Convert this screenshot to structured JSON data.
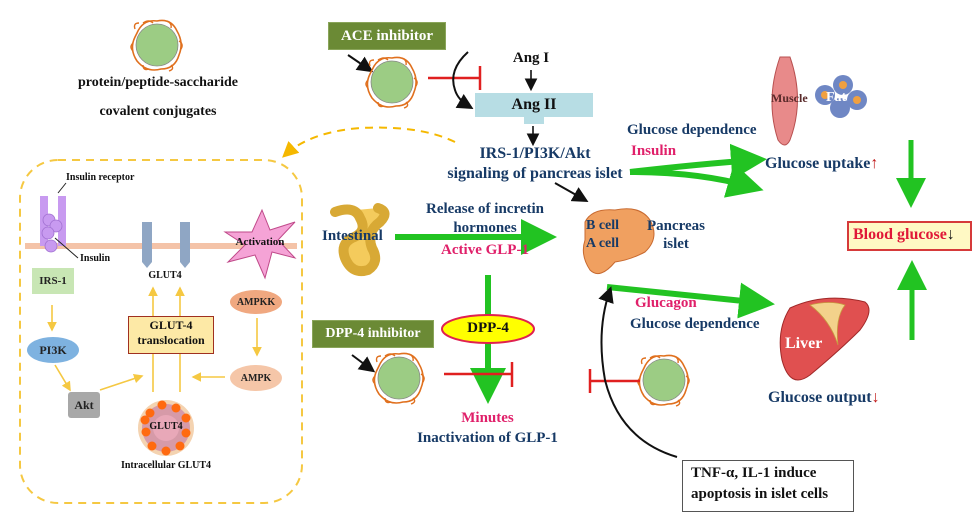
{
  "legend": {
    "line1": "protein/peptide-saccharide",
    "line2": "covalent conjugates",
    "icon": "conjugate-particle-icon"
  },
  "ace": {
    "label": "ACE inhibitor",
    "ang1": "Ang I",
    "ang2": "Ang II",
    "signaling_line1": "IRS-1/PI3K/Akt",
    "signaling_line2": "signaling of pancreas islet"
  },
  "cell": {
    "insulin_receptor": "Insulin receptor",
    "insulin": "Insulin",
    "irs1": "IRS-1",
    "pi3k": "PI3K",
    "akt": "Akt",
    "glut4_membrane": "GLUT4",
    "glut4_translocation_line1": "GLUT-4",
    "glut4_translocation_line2": "translocation",
    "glut4_vesicle": "GLUT4",
    "intracellular": "Intracellular GLUT4",
    "activation": "Activation",
    "ampkk": "AMPKK",
    "ampk": "AMPK"
  },
  "incretin": {
    "intestinal": "Intestinal",
    "release_line1": "Release of incretin",
    "release_line2": "hormones",
    "active_glp1": "Active GLP-1",
    "dpp4": "DPP-4",
    "dpp4_inhibitor": "DPP-4 inhibitor",
    "minutes": "Minutes",
    "inactivation": "Inactivation of GLP-1"
  },
  "pancreas": {
    "b_cell": "B cell",
    "a_cell": "A cell",
    "name_line1": "Pancreas",
    "name_line2": "islet"
  },
  "insulin_path": {
    "glucose_dependence": "Glucose dependence",
    "insulin": "Insulin",
    "muscle": "Muscle",
    "fat": "Fat",
    "glucose_uptake": "Glucose uptake",
    "uptake_arrow": "↑"
  },
  "glucagon_path": {
    "glucagon": "Glucagon",
    "glucose_dependence": "Glucose dependence",
    "liver": "Liver",
    "glucose_output": "Glucose output",
    "output_arrow": "↓"
  },
  "blood_glucose": {
    "label": "Blood glucose",
    "arrow": "↓"
  },
  "apoptosis": {
    "line1": "TNF-α, IL-1 induce",
    "line2": "apoptosis in islet cells"
  },
  "colors": {
    "navy_text": "#173a66",
    "pink_text": "#e0206a",
    "green_arrow": "#22c322",
    "red_inhibit": "#e02020",
    "dashed_border": "#f5c842",
    "box_green": "#6b8a35",
    "ang_box": "#b7dde4",
    "blood_box_fill": "#ffff00",
    "blood_box_border": "#e0206a"
  }
}
